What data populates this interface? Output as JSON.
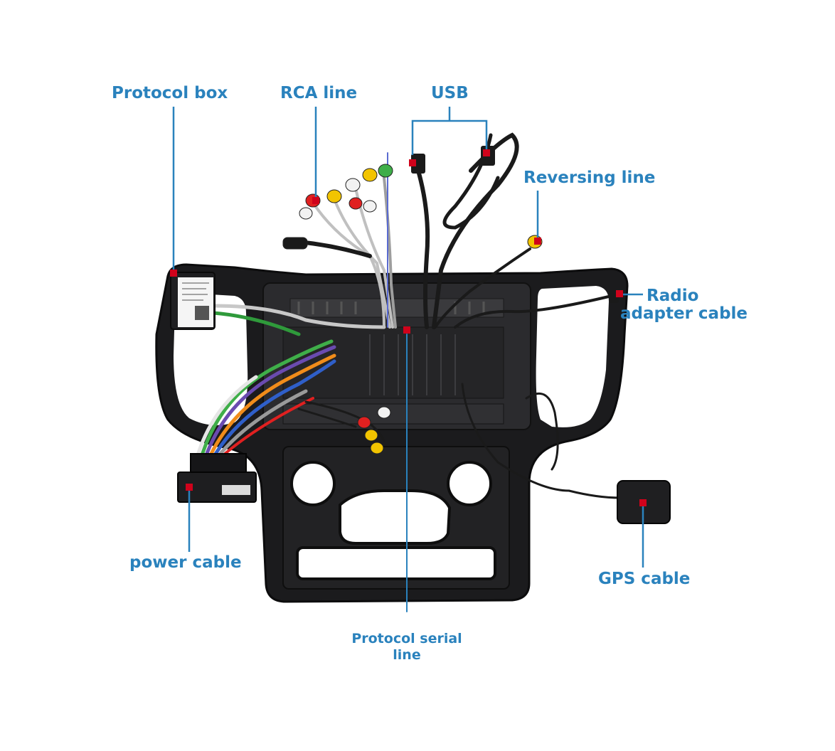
{
  "labels": {
    "protocol_box": "Protocol box",
    "rca_line": "RCA line",
    "usb": "USB",
    "reversing_line": "Reversing line",
    "radio_adapter_line1": "Radio",
    "radio_adapter_line2": "adapter cable",
    "power_cable": "power cable",
    "gps_cable": "GPS cable",
    "protocol_serial_line1": "Protocol serial",
    "protocol_serial_line2": "line"
  },
  "colors": {
    "label": "#2a82bd",
    "marker": "#d0021b",
    "frame": "#1c1c1e",
    "wire_red": "#e02020",
    "wire_yellow": "#f2c400",
    "wire_white": "#f2f2f2",
    "wire_green": "#3fae49",
    "wire_purple": "#6a4bb0",
    "wire_blue": "#2f5fc9",
    "wire_orange": "#f08c1a"
  }
}
